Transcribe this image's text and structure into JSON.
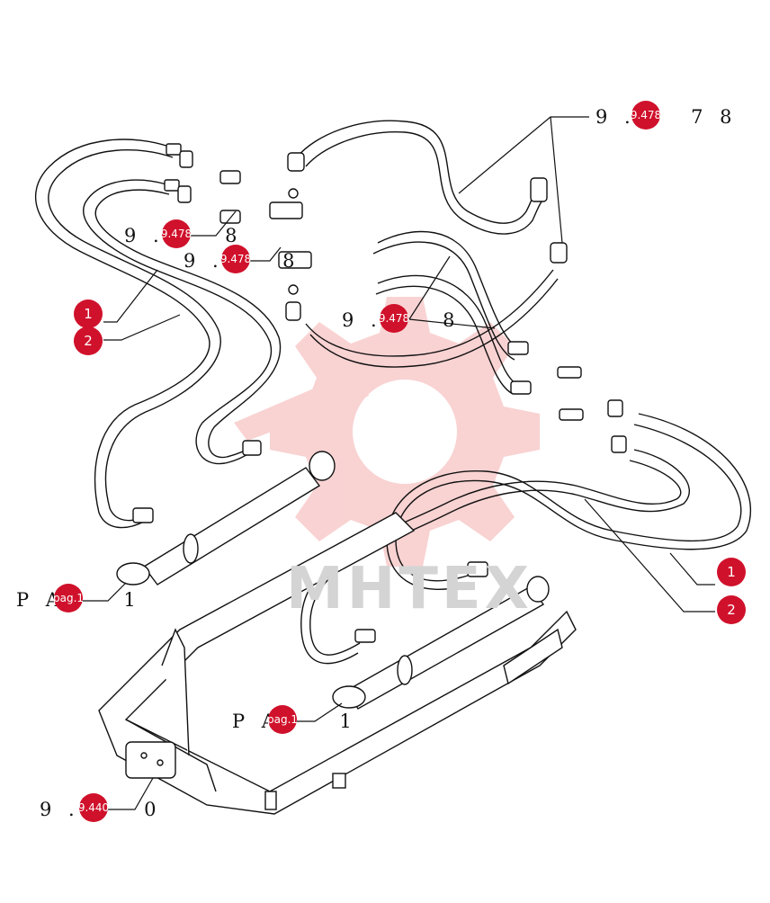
{
  "watermark": {
    "text": "MHTEX",
    "color": "#f5b8b8"
  },
  "labels": {
    "ref_top_right": {
      "prefix": "9 .",
      "suffix": "7 8",
      "badge": "9.478"
    },
    "ref_mid_left_a": {
      "prefix": "9 .",
      "suffix": "8",
      "badge": "9.478"
    },
    "ref_mid_left_b": {
      "prefix": "9 .",
      "suffix": "8",
      "badge": "9.478"
    },
    "ref_center": {
      "prefix": "9 .",
      "suffix": "8",
      "badge": "9.478"
    },
    "ref_bottom_left": {
      "prefix": "9 .",
      "suffix": "0",
      "badge": "9.440"
    },
    "pa_left": {
      "prefix": "P A",
      "suffix": "1",
      "badge": "pag.1"
    },
    "pa_bottom": {
      "prefix": "P A",
      "suffix": "1",
      "badge": "pag.1"
    }
  },
  "callouts": [
    {
      "id": "1",
      "label": "1"
    },
    {
      "id": "2",
      "label": "2"
    },
    {
      "id": "1",
      "label": "1"
    },
    {
      "id": "2",
      "label": "2"
    }
  ],
  "colors": {
    "badge": "#d0112b",
    "line": "#111111"
  }
}
